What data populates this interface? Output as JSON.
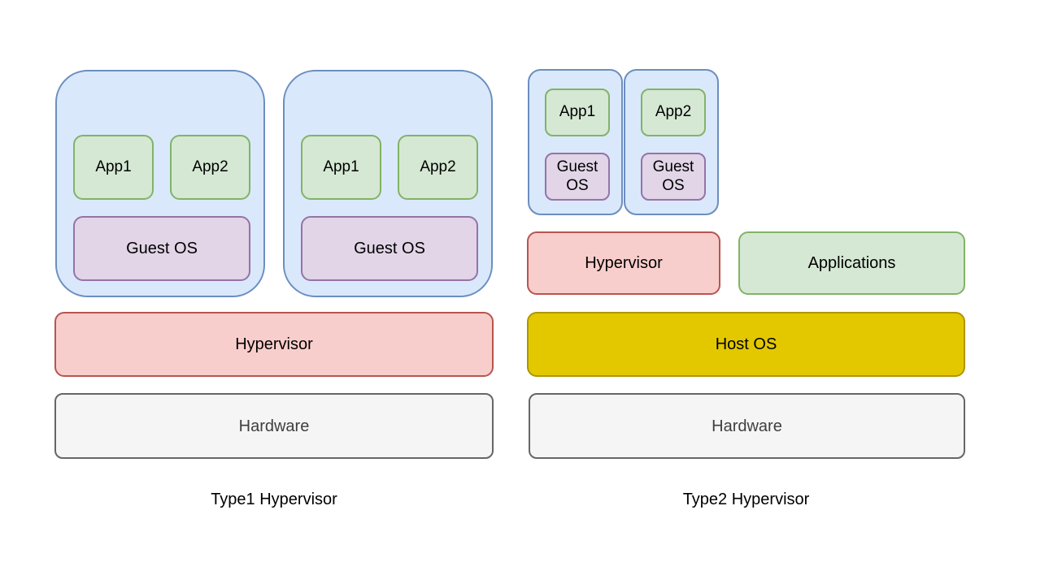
{
  "diagram": {
    "title_left": "Type1 Hypervisor",
    "title_right": "Type2 Hypervisor",
    "type1": {
      "label": "Type1 Hypervisor",
      "vms": [
        {
          "apps": [
            "App1",
            "App2"
          ],
          "guest_os": "Guest OS"
        },
        {
          "apps": [
            "App1",
            "App2"
          ],
          "guest_os": "Guest OS"
        }
      ],
      "hypervisor": "Hypervisor",
      "hardware": "Hardware"
    },
    "type2": {
      "label": "Type2 Hypervisor",
      "vms": [
        {
          "app": "App1",
          "guest_os": "Guest OS"
        },
        {
          "app": "App2",
          "guest_os": "Guest OS"
        }
      ],
      "hypervisor": "Hypervisor",
      "applications": "Applications",
      "host_os": "Host OS",
      "hardware": "Hardware"
    },
    "colors": {
      "vm_fill": "#dae8fc",
      "vm_stroke": "#6c8ebf",
      "app_fill": "#d5e8d4",
      "app_stroke": "#82b366",
      "guest_fill": "#e1d5e7",
      "guest_stroke": "#9673a6",
      "hypervisor_fill": "#f8cecc",
      "hypervisor_stroke": "#b85450",
      "host_fill": "#e3c800",
      "host_stroke": "#b09500",
      "hardware_fill": "#f5f5f5",
      "hardware_stroke": "#666666"
    }
  }
}
